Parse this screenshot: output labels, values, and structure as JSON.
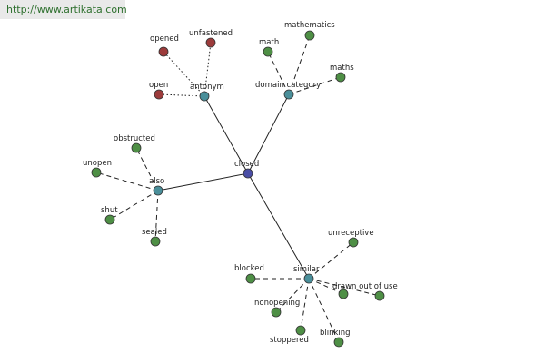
{
  "source_url": "http://www.artikata.com",
  "colors": {
    "center": "#4a4ea6",
    "category": "#4a8f9a",
    "related": "#4e8f45",
    "antonym": "#9c3b3b",
    "background": "#ffffff",
    "banner": "#e9e9e9"
  },
  "nodes": {
    "closed": "closed",
    "antonym": "antonym",
    "domain_category": "domain category",
    "also": "also",
    "similar": "similar",
    "opened": "opened",
    "unfastened": "unfastened",
    "open": "open",
    "math": "math",
    "mathematics": "mathematics",
    "maths": "maths",
    "obstructed": "obstructed",
    "unopen": "unopen",
    "shut": "shut",
    "sealed": "sealed",
    "unreceptive": "unreceptive",
    "blocked": "blocked",
    "drawn_out_of_use": "drawn out of use",
    "nonopening": "nonopening",
    "stoppered": "stoppered",
    "blinking": "blinking"
  }
}
